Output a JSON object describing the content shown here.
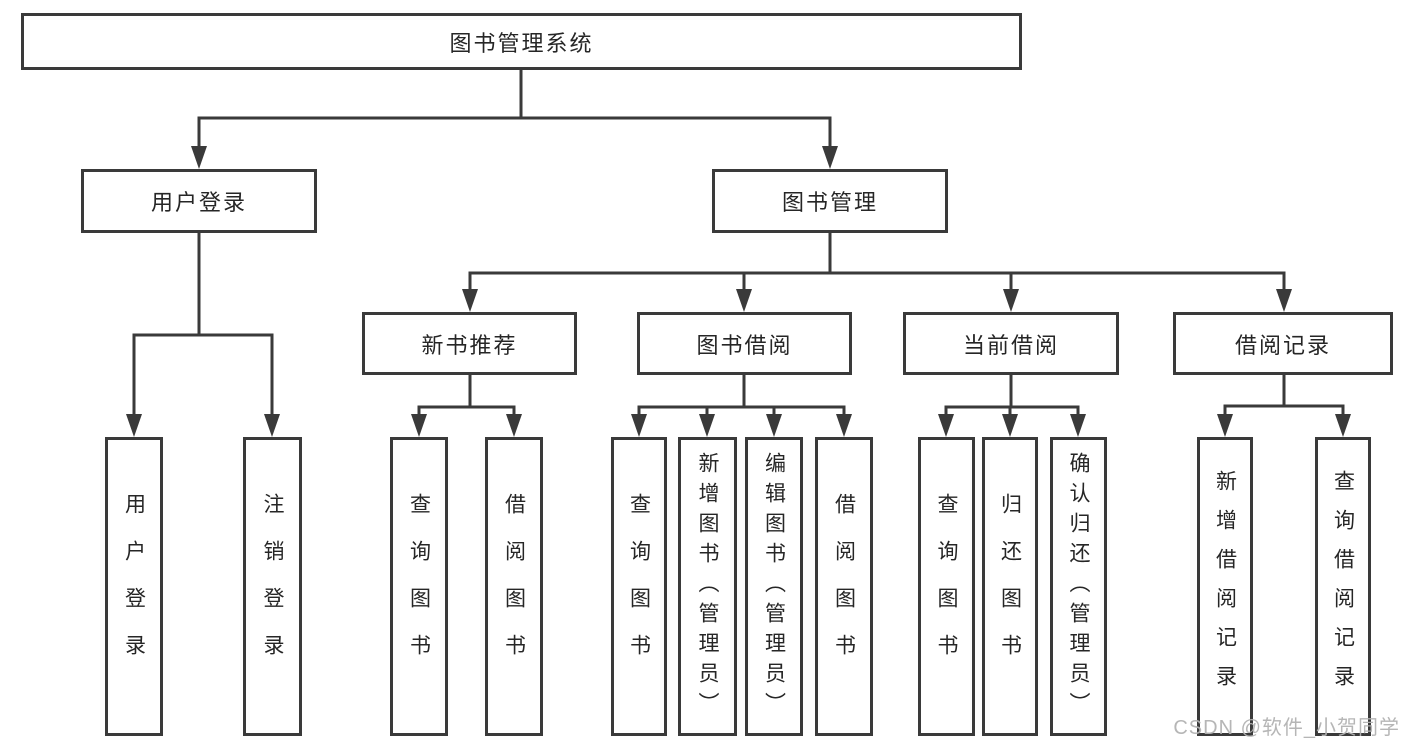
{
  "nodes": {
    "root": "图书管理系统",
    "user_login_group": "用户登录",
    "book_management": "图书管理",
    "new_book_recommend": "新书推荐",
    "book_borrow": "图书借阅",
    "current_borrow": "当前借阅",
    "borrow_records": "借阅记录",
    "user_login": "用户登录",
    "logout": "注销登录",
    "query_book_recommend": "查询图书",
    "borrow_book_recommend": "借阅图书",
    "query_book_borrow": "查询图书",
    "add_book_admin": "新增图书（管理员）",
    "edit_book_admin": "编辑图书（管理员）",
    "borrow_book_borrow": "借阅图书",
    "query_book_current": "查询图书",
    "return_book": "归还图书",
    "confirm_return_admin": "确认归还（管理员）",
    "add_borrow_record": "新增借阅记录",
    "query_borrow_record": "查询借阅记录"
  },
  "watermark": {
    "text": "CSDN @软件_小贺同学"
  },
  "colors": {
    "line": "#3a3a3a",
    "border": "#3a3a3a",
    "text": "#262626",
    "watermark": "#b2b2b2",
    "background": "#ffffff"
  }
}
